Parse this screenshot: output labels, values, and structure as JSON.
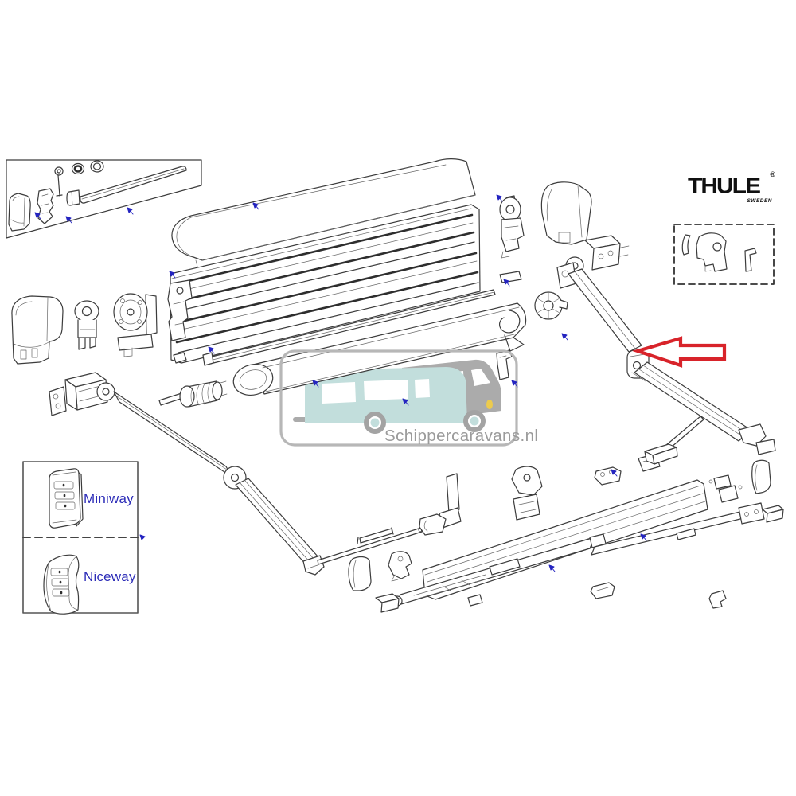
{
  "brand": {
    "name": "THULE",
    "registered": "®",
    "origin": "SWEDEN"
  },
  "watermark": {
    "site": "Schippercaravans.nl"
  },
  "legend": {
    "items": [
      {
        "label": "Miniway"
      },
      {
        "label": "Niceway"
      }
    ]
  },
  "colors": {
    "arrow_red": "#d8232a",
    "marker_blue": "#2424c0",
    "caravan_teal": "#c2dedc",
    "silhouette_gray": "#ababab",
    "headlight_yellow": "#eccb4e",
    "watermark_gray": "#9b9b9b",
    "line_art": "#3c3c3c",
    "legend_text_blue": "#2d2db8"
  },
  "figures": [
    "motor-and-roller-end-parts-box",
    "cassette-top-cover-profile",
    "cassette-housing-profile",
    "awning-fabric-strip",
    "fabric-roller-tube",
    "left-end-cap-cover",
    "gear-knuckle",
    "gear-unit",
    "left-spring-arm",
    "drive-motor",
    "roller-spider-wheel",
    "right-end-cap-cover",
    "right-spring-arm",
    "lead-rail",
    "tension-rafter-arms",
    "mounting-brackets",
    "spare-parts-dashed-box",
    "miniway-remote",
    "niceway-remote",
    "caravan-watermark"
  ]
}
